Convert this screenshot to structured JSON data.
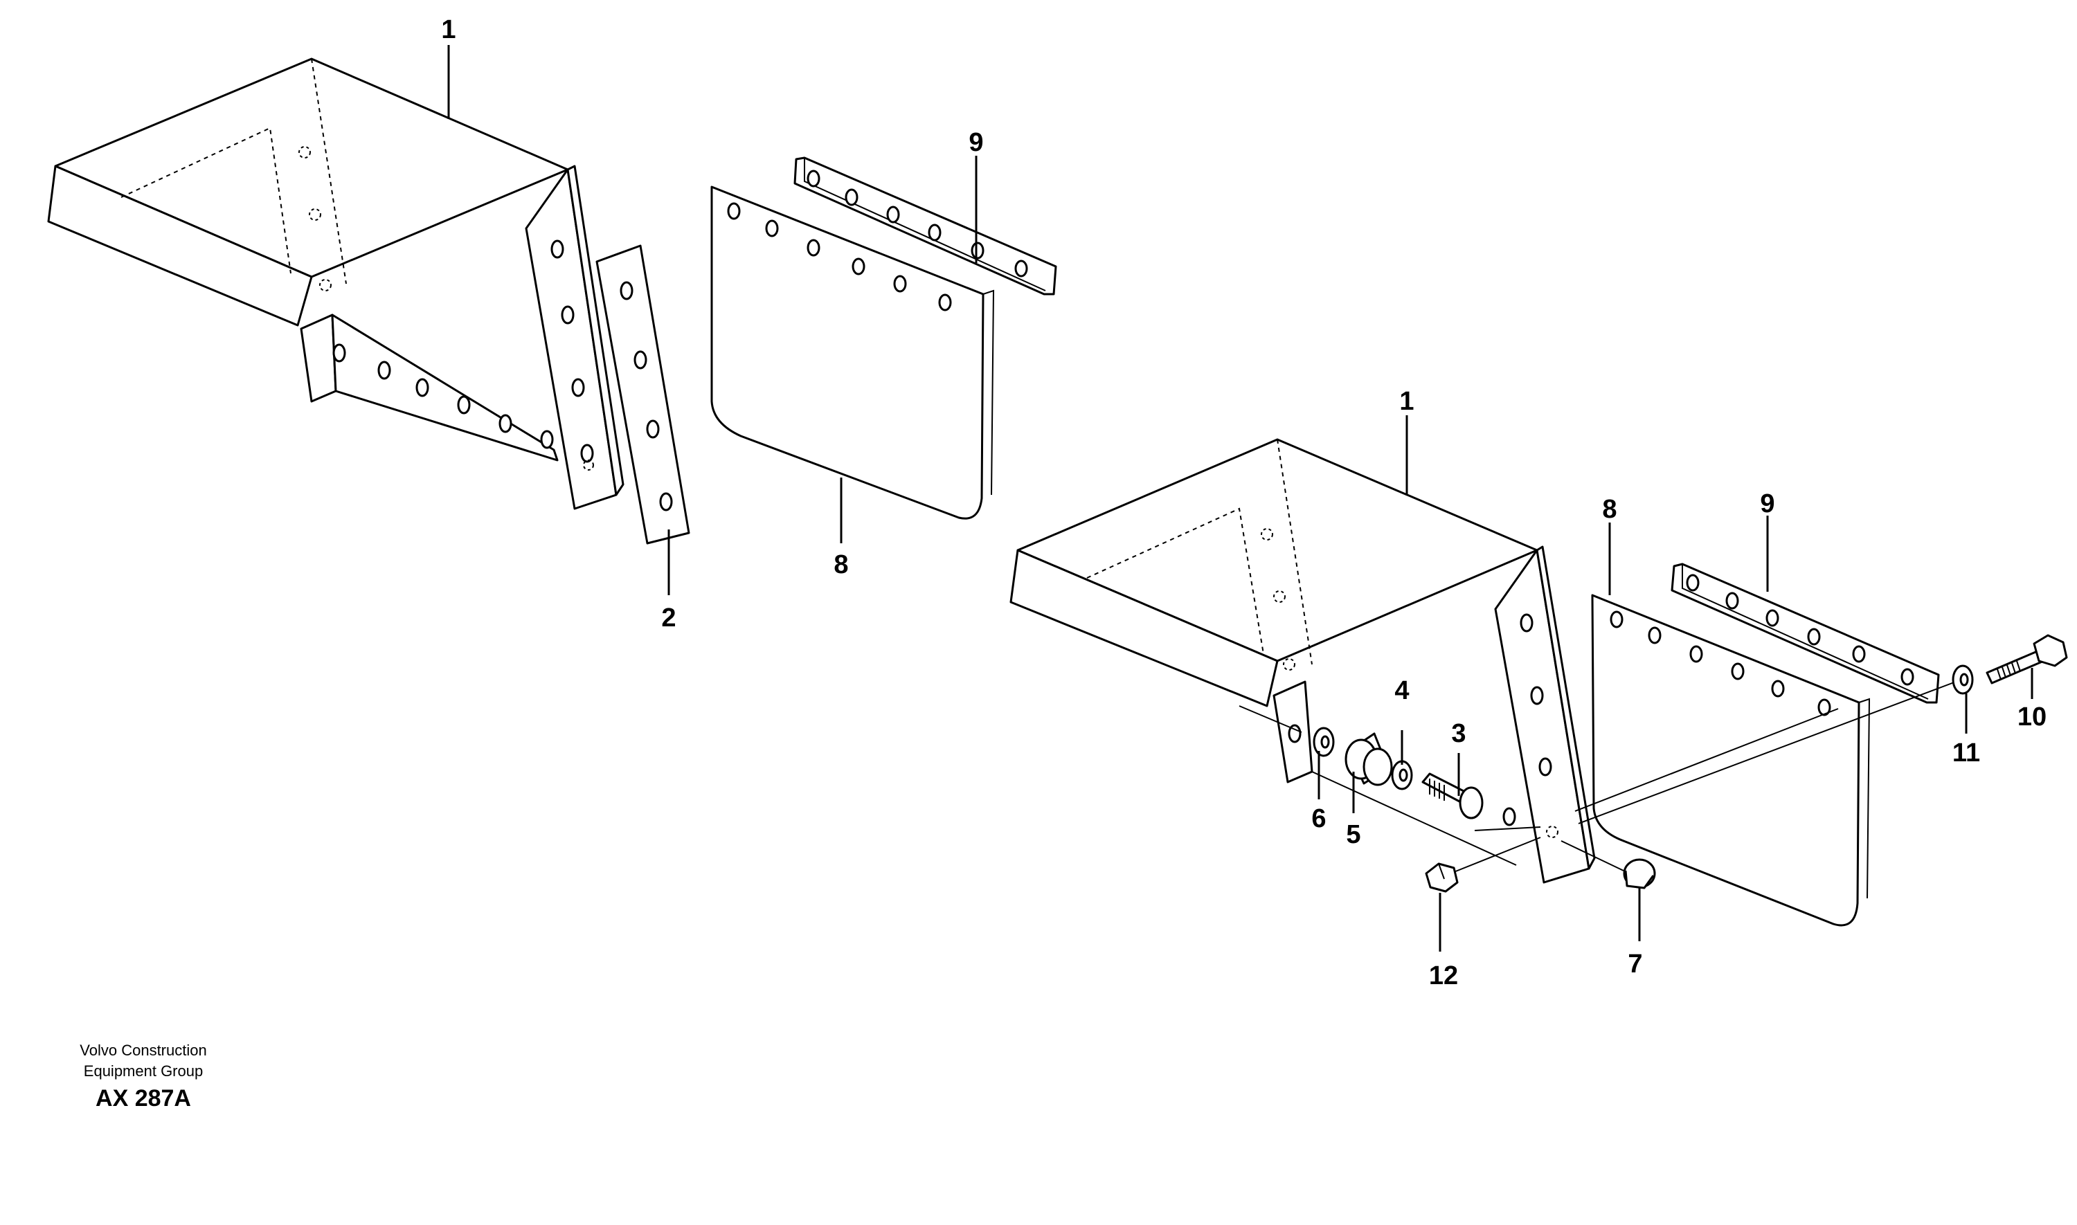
{
  "callouts": {
    "c1a": "1",
    "c1b": "1",
    "c2": "2",
    "c3": "3",
    "c4": "4",
    "c5": "5",
    "c6": "6",
    "c7": "7",
    "c8a": "8",
    "c8b": "8",
    "c9a": "9",
    "c9b": "9",
    "c10": "10",
    "c11": "11",
    "c12": "12"
  },
  "footer": {
    "company_line1": "Volvo Construction",
    "company_line2": "Equipment Group",
    "drawing_id": "AX 287A"
  }
}
